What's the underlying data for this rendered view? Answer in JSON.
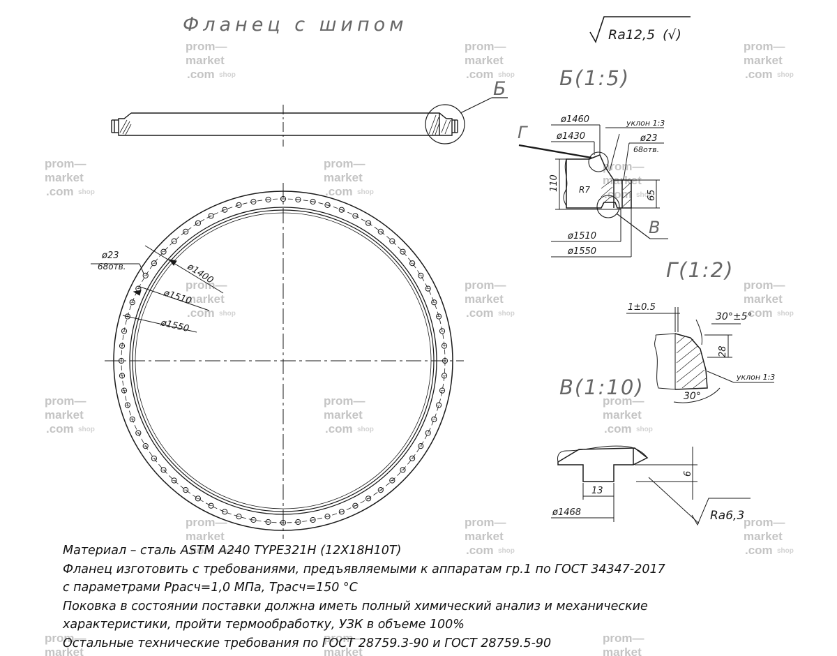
{
  "title": "Фланец с шипом",
  "surface_finish_general": "Ra12,5",
  "surface_finish_general_suffix": "(√)",
  "view_marker_b": "Б",
  "main_view": {
    "holes": "ø23",
    "holes_count": "68отв.",
    "d_1400": "ø1400",
    "d_1510": "ø1510",
    "d_1550": "ø1550"
  },
  "detail_b": {
    "title": "Б(1:5)",
    "d1460": "ø1460",
    "d1430": "ø1430",
    "slope": "уклон 1:3",
    "hole": "ø23",
    "hole_count": "68отв.",
    "h110": "110",
    "h65": "65",
    "r7": "R7",
    "d1510": "ø1510",
    "d1550": "ø1550",
    "marker_g": "Г",
    "marker_v": "В"
  },
  "detail_g": {
    "title": "Г(1:2)",
    "gap": "1±0.5",
    "angle_top": "30°±5°",
    "h28": "28",
    "slope": "уклон 1:3",
    "angle_bottom": "30°"
  },
  "detail_v": {
    "title": "В(1:10)",
    "h6": "6",
    "w13": "13",
    "d1468": "ø1468",
    "finish": "Ra6,3"
  },
  "notes": [
    "Материал – сталь ASTM A240 TYPE321H (12Х18Н10Т)",
    "Фланец изготовить с требованиями, предъявляемыми к аппаратам гр.1 по ГОСТ 34347-2017",
    "с параметрами Ррасч=1,0 МПа, Трасч=150 °С",
    "Поковка  в состоянии поставки должна иметь полный химический анализ и механические",
    "характеристики, пройти термообработку, УЗК в объеме 100%",
    "Остальные технические требования по ГОСТ 28759.3-90 и ГОСТ 28759.5-90"
  ],
  "watermark": {
    "line1": "prom—",
    "line2": "market",
    "line3": ".com",
    "shop": "shop"
  }
}
